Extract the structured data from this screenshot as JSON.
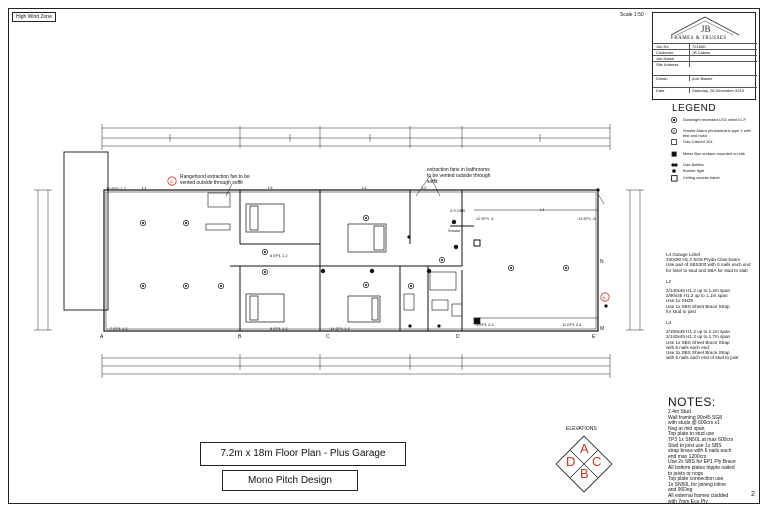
{
  "header": {
    "zone": "High Wind Zone",
    "scale": "Scale 1:50"
  },
  "title_block": {
    "logo_text": "FRAMES & TRUSSES",
    "rows": [
      {
        "label": "Job No",
        "value": "72180D"
      },
      {
        "label": "Customer",
        "value": "JB Cabins"
      },
      {
        "label": "Job Name",
        "value": ""
      },
      {
        "label": "Site Address",
        "value": ""
      },
      {
        "label": "Drawn",
        "value": "Kurt Blacke"
      },
      {
        "label": "Date",
        "value": "Saturday, 28 December 2019"
      }
    ]
  },
  "legend": {
    "title": "LEGEND",
    "items": [
      {
        "icon": "downlight-icon",
        "text": "Downlight recessed LED rated IC-F"
      },
      {
        "icon": "smoke-alarm-icon",
        "text": "Smoke Alarm photoelectric type 1 with test and hush"
      },
      {
        "icon": "gas-califont-icon",
        "text": "Gas Califont 26L"
      },
      {
        "icon": "meter-box-icon",
        "text": "Meter Box surface mounted on site"
      },
      {
        "icon": "gas-bottles-icon",
        "text": "Gas Bottles"
      },
      {
        "icon": "bunker-light-icon",
        "text": "Bunker light"
      },
      {
        "icon": "ceiling-hatch-icon",
        "text": "Ceiling access hatch"
      }
    ]
  },
  "lintels": {
    "l4_lines": [
      "L4 Garage Lintel",
      "330x90 H1.2 SG8 Pryda Claw beam",
      "Use pair of SBS300 with 6 nails each end",
      "for lintel to stud and SBA for stud to slab"
    ],
    "l2_lines": [
      "L2",
      "",
      "2/140x45 H1.2 up to 1.2m span",
      "2/90x45 H1.2 up to 1.1m span",
      "Use 1x SN25",
      "Use 1x SBS        Sheet Brace Strap",
      "for stud to joist"
    ],
    "l3_lines": [
      "L3",
      "",
      "2/190x45 H1.2 up to 2.1m span",
      "2/140x45 H1.2 up to 1.7m span",
      "Use 1x SBS         Sheet Brace Strap",
      "with 6 nails each end",
      "Use 2x SBS         Sheet Brace Strap",
      "with 6 nails each end of stud to joist"
    ]
  },
  "notes": {
    "title": "NOTES:",
    "items": [
      "2.4m Stud",
      "Wall framing 90x45 SG8",
      "with studs @ 600crs x1",
      "Nog at mid span",
      "Top plate to stud use",
      "TP3 1x SN50L at max 600crs",
      "Stud to joist use 1x SBS",
      "strap brace with 6 nails each",
      "end max 1200crs",
      "Use 2x SBS        for EP1 Ply Brace",
      "All bottom plates tripple nailed",
      "to joists or nogs",
      "Top plate connection use",
      "1x SN50L for joining inline",
      "and 90Deg",
      "All external frames cladded",
      "with 7mm Eco Ply"
    ]
  },
  "plan": {
    "annotation_rangehood": "Rangehood extraction fan to be vented outside through soffit",
    "annotation_bathrooms": "extraction fans in bathrooms to be vented outside through soffit",
    "annotation_a": "A",
    "annotation_b": "B",
    "grid_bottom": [
      "A",
      "B",
      "C",
      "D",
      "E"
    ],
    "grid_right": [
      "N",
      "M"
    ],
    "lintel_marks": [
      "L1",
      "L2",
      "L3",
      "L4",
      "L5"
    ],
    "brace_labels": [
      "10 EP1 1.2",
      "7 EP1 1.2",
      "6 EP1 1.2",
      "8 EP1 1.2",
      "12 EP1 .6",
      "13 EP1 .6",
      "14 EP1 1.2",
      "11 EP1 2.4",
      "5 EP1 2.4"
    ],
    "room_labels": [
      "Smoke",
      "0.9 CBB"
    ]
  },
  "elevations": {
    "title": "ELEVATIONS",
    "letters": [
      "A",
      "B",
      "C",
      "D"
    ]
  },
  "title_box": "7.2m x 18m Floor Plan -  Plus Garage",
  "subtitle_box": "Mono Pitch Design",
  "page_number": "2"
}
